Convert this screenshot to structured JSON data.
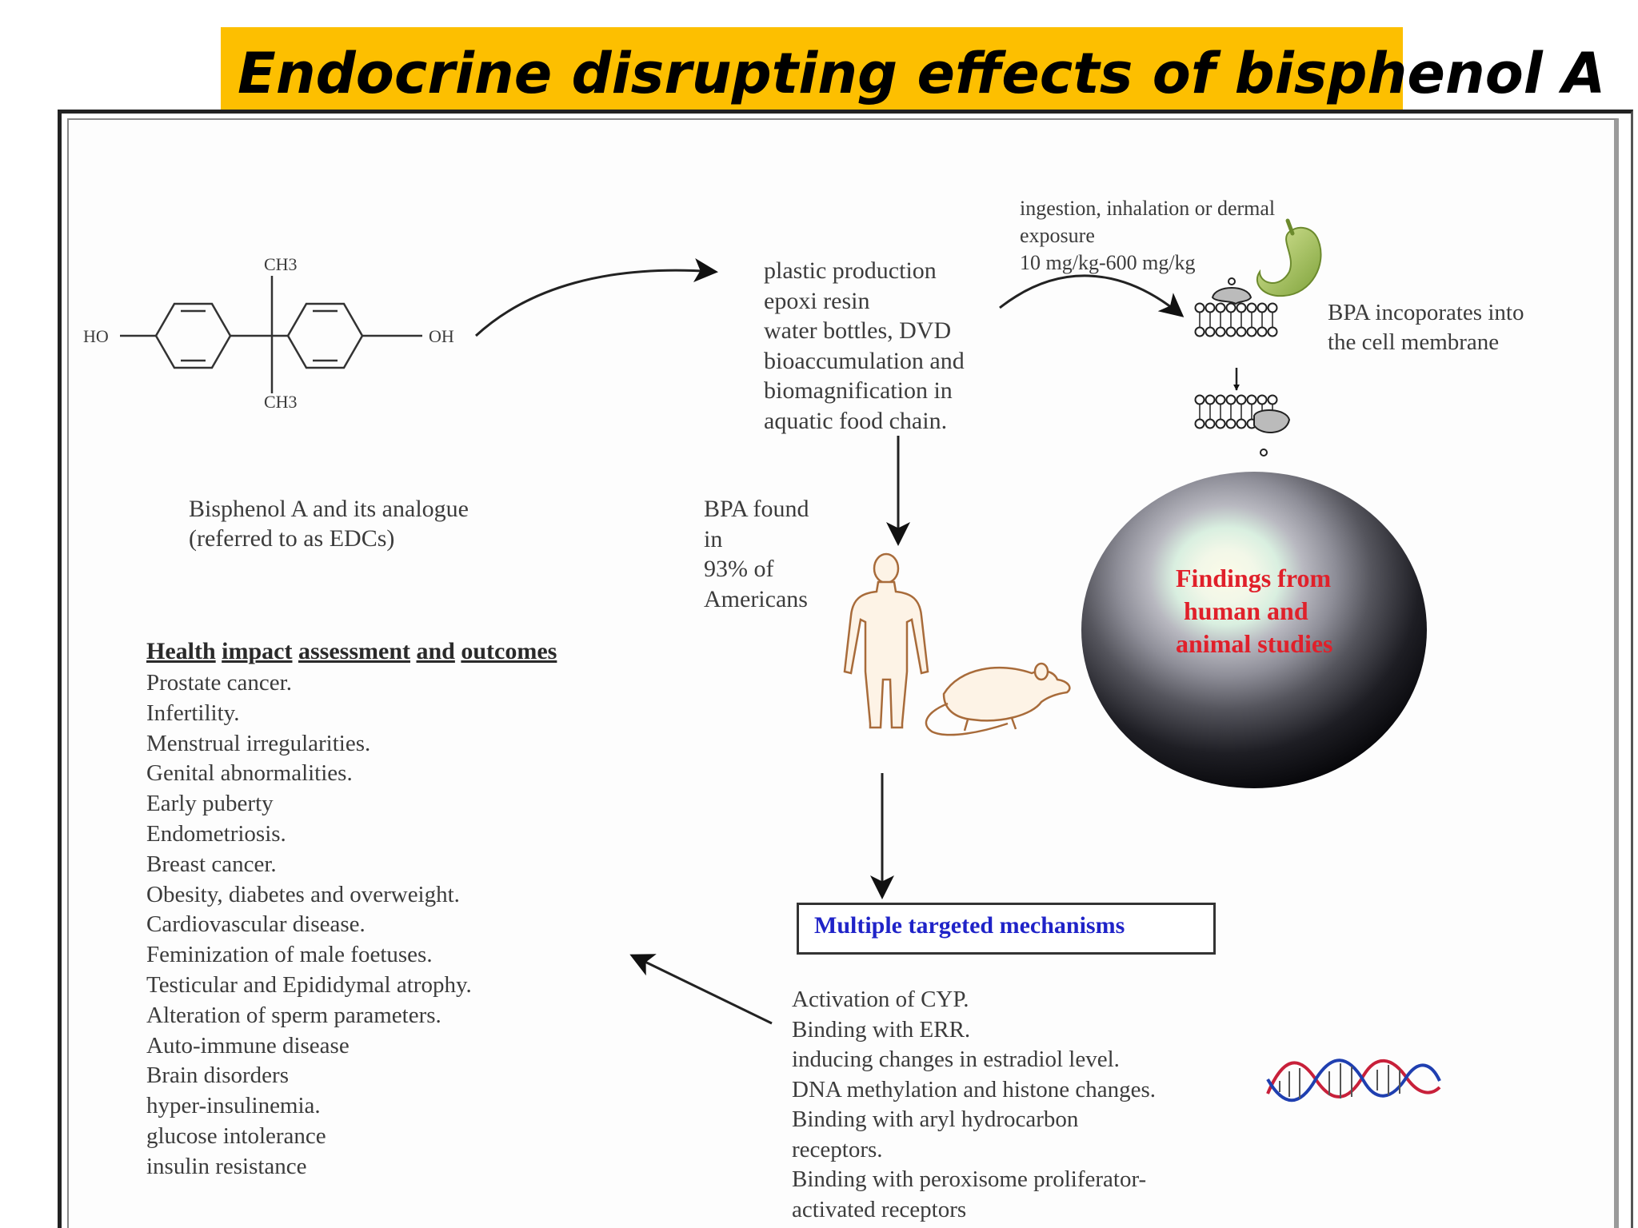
{
  "title": "Endocrine disrupting effects of bisphenol A",
  "molecule": {
    "ch3_top": "CH3",
    "ch3_bottom": "CH3",
    "ho": "HO",
    "oh": "OH",
    "caption_lines": [
      "Bisphenol A and its analogue",
      "(referred to as EDCs)"
    ]
  },
  "sources": {
    "lines": [
      "plastic production",
      "epoxi resin",
      "water bottles, DVD",
      "bioaccumulation and",
      "biomagnification in",
      "aquatic food chain."
    ]
  },
  "exposure": {
    "lines": [
      "ingestion, inhalation or dermal",
      "exposure",
      "10 mg/kg-600 mg/kg"
    ]
  },
  "membrane": {
    "lines": [
      "BPA incoporates into",
      "the cell membrane"
    ]
  },
  "prevalence": {
    "lines": [
      "BPA found",
      "in",
      "93% of",
      "Americans"
    ]
  },
  "sphere": {
    "lines": [
      "Findings from",
      "human and",
      "animal studies"
    ]
  },
  "colors": {
    "title_bg": "#fdbf00",
    "mechanism_label": "#1f23c8",
    "sphere_label": "#e0202a"
  },
  "health": {
    "heading_words": [
      "Health",
      "impact",
      "assessment",
      "and",
      "outcomes"
    ],
    "items": [
      "Prostate cancer.",
      "Infertility.",
      "Menstrual irregularities.",
      "Genital abnormalities.",
      "Early puberty",
      "Endometriosis.",
      "Breast cancer.",
      "Obesity, diabetes and overweight.",
      "Cardiovascular disease.",
      "Feminization of male foetuses.",
      "Testicular and  Epididymal  atrophy.",
      "Alteration of sperm parameters.",
      "Auto-immune disease",
      "Brain disorders",
      "hyper-insulinemia.",
      "glucose intolerance",
      "insulin resistance"
    ]
  },
  "mechanisms": {
    "label": "Multiple targeted mechanisms",
    "items": [
      "Activation of CYP.",
      "Binding with ERR.",
      "inducing changes in estradiol level.",
      "DNA methylation and histone changes.",
      "Binding with aryl hydrocarbon",
      "receptors.",
      "Binding with peroxisome proliferator-",
      "activated receptors"
    ]
  },
  "icons": [
    "stomach-icon",
    "cell-membrane-icon",
    "human-figure-icon",
    "rat-icon",
    "dna-helix-icon",
    "sphere-icon"
  ]
}
